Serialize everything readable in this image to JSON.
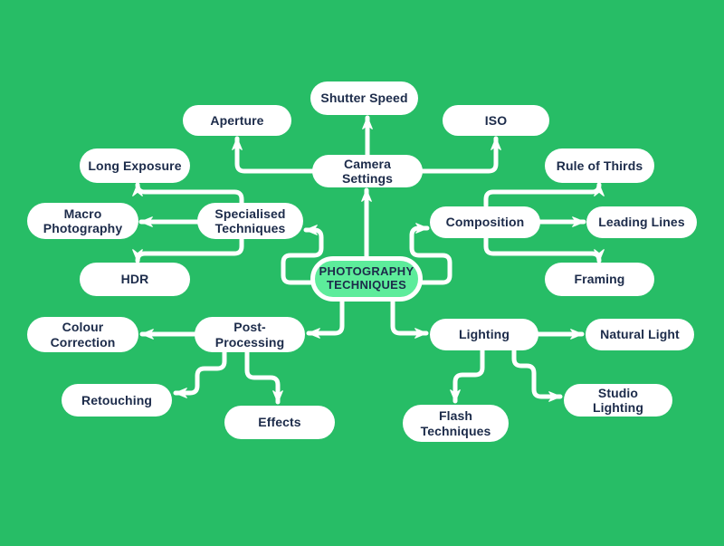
{
  "colors": {
    "background": "#27bd66",
    "node_fill": "#ffffff",
    "center_fill": "#5dec9b",
    "text": "#1c2b4a",
    "connector": "#ffffff"
  },
  "mindmap": {
    "center": {
      "label": "PHOTOGRAPHY TECHNIQUES"
    },
    "branches": [
      {
        "label": "Camera Settings",
        "children": [
          "Shutter Speed",
          "Aperture",
          "ISO"
        ]
      },
      {
        "label": "Specialised Techniques",
        "children": [
          "Long Exposure",
          "Macro Photography",
          "HDR"
        ]
      },
      {
        "label": "Composition",
        "children": [
          "Rule of Thirds",
          "Leading Lines",
          "Framing"
        ]
      },
      {
        "label": "Post-Processing",
        "children": [
          "Colour Correction",
          "Retouching",
          "Effects"
        ]
      },
      {
        "label": "Lighting",
        "children": [
          "Natural Light",
          "Studio Lighting",
          "Flash Techniques"
        ]
      }
    ]
  }
}
